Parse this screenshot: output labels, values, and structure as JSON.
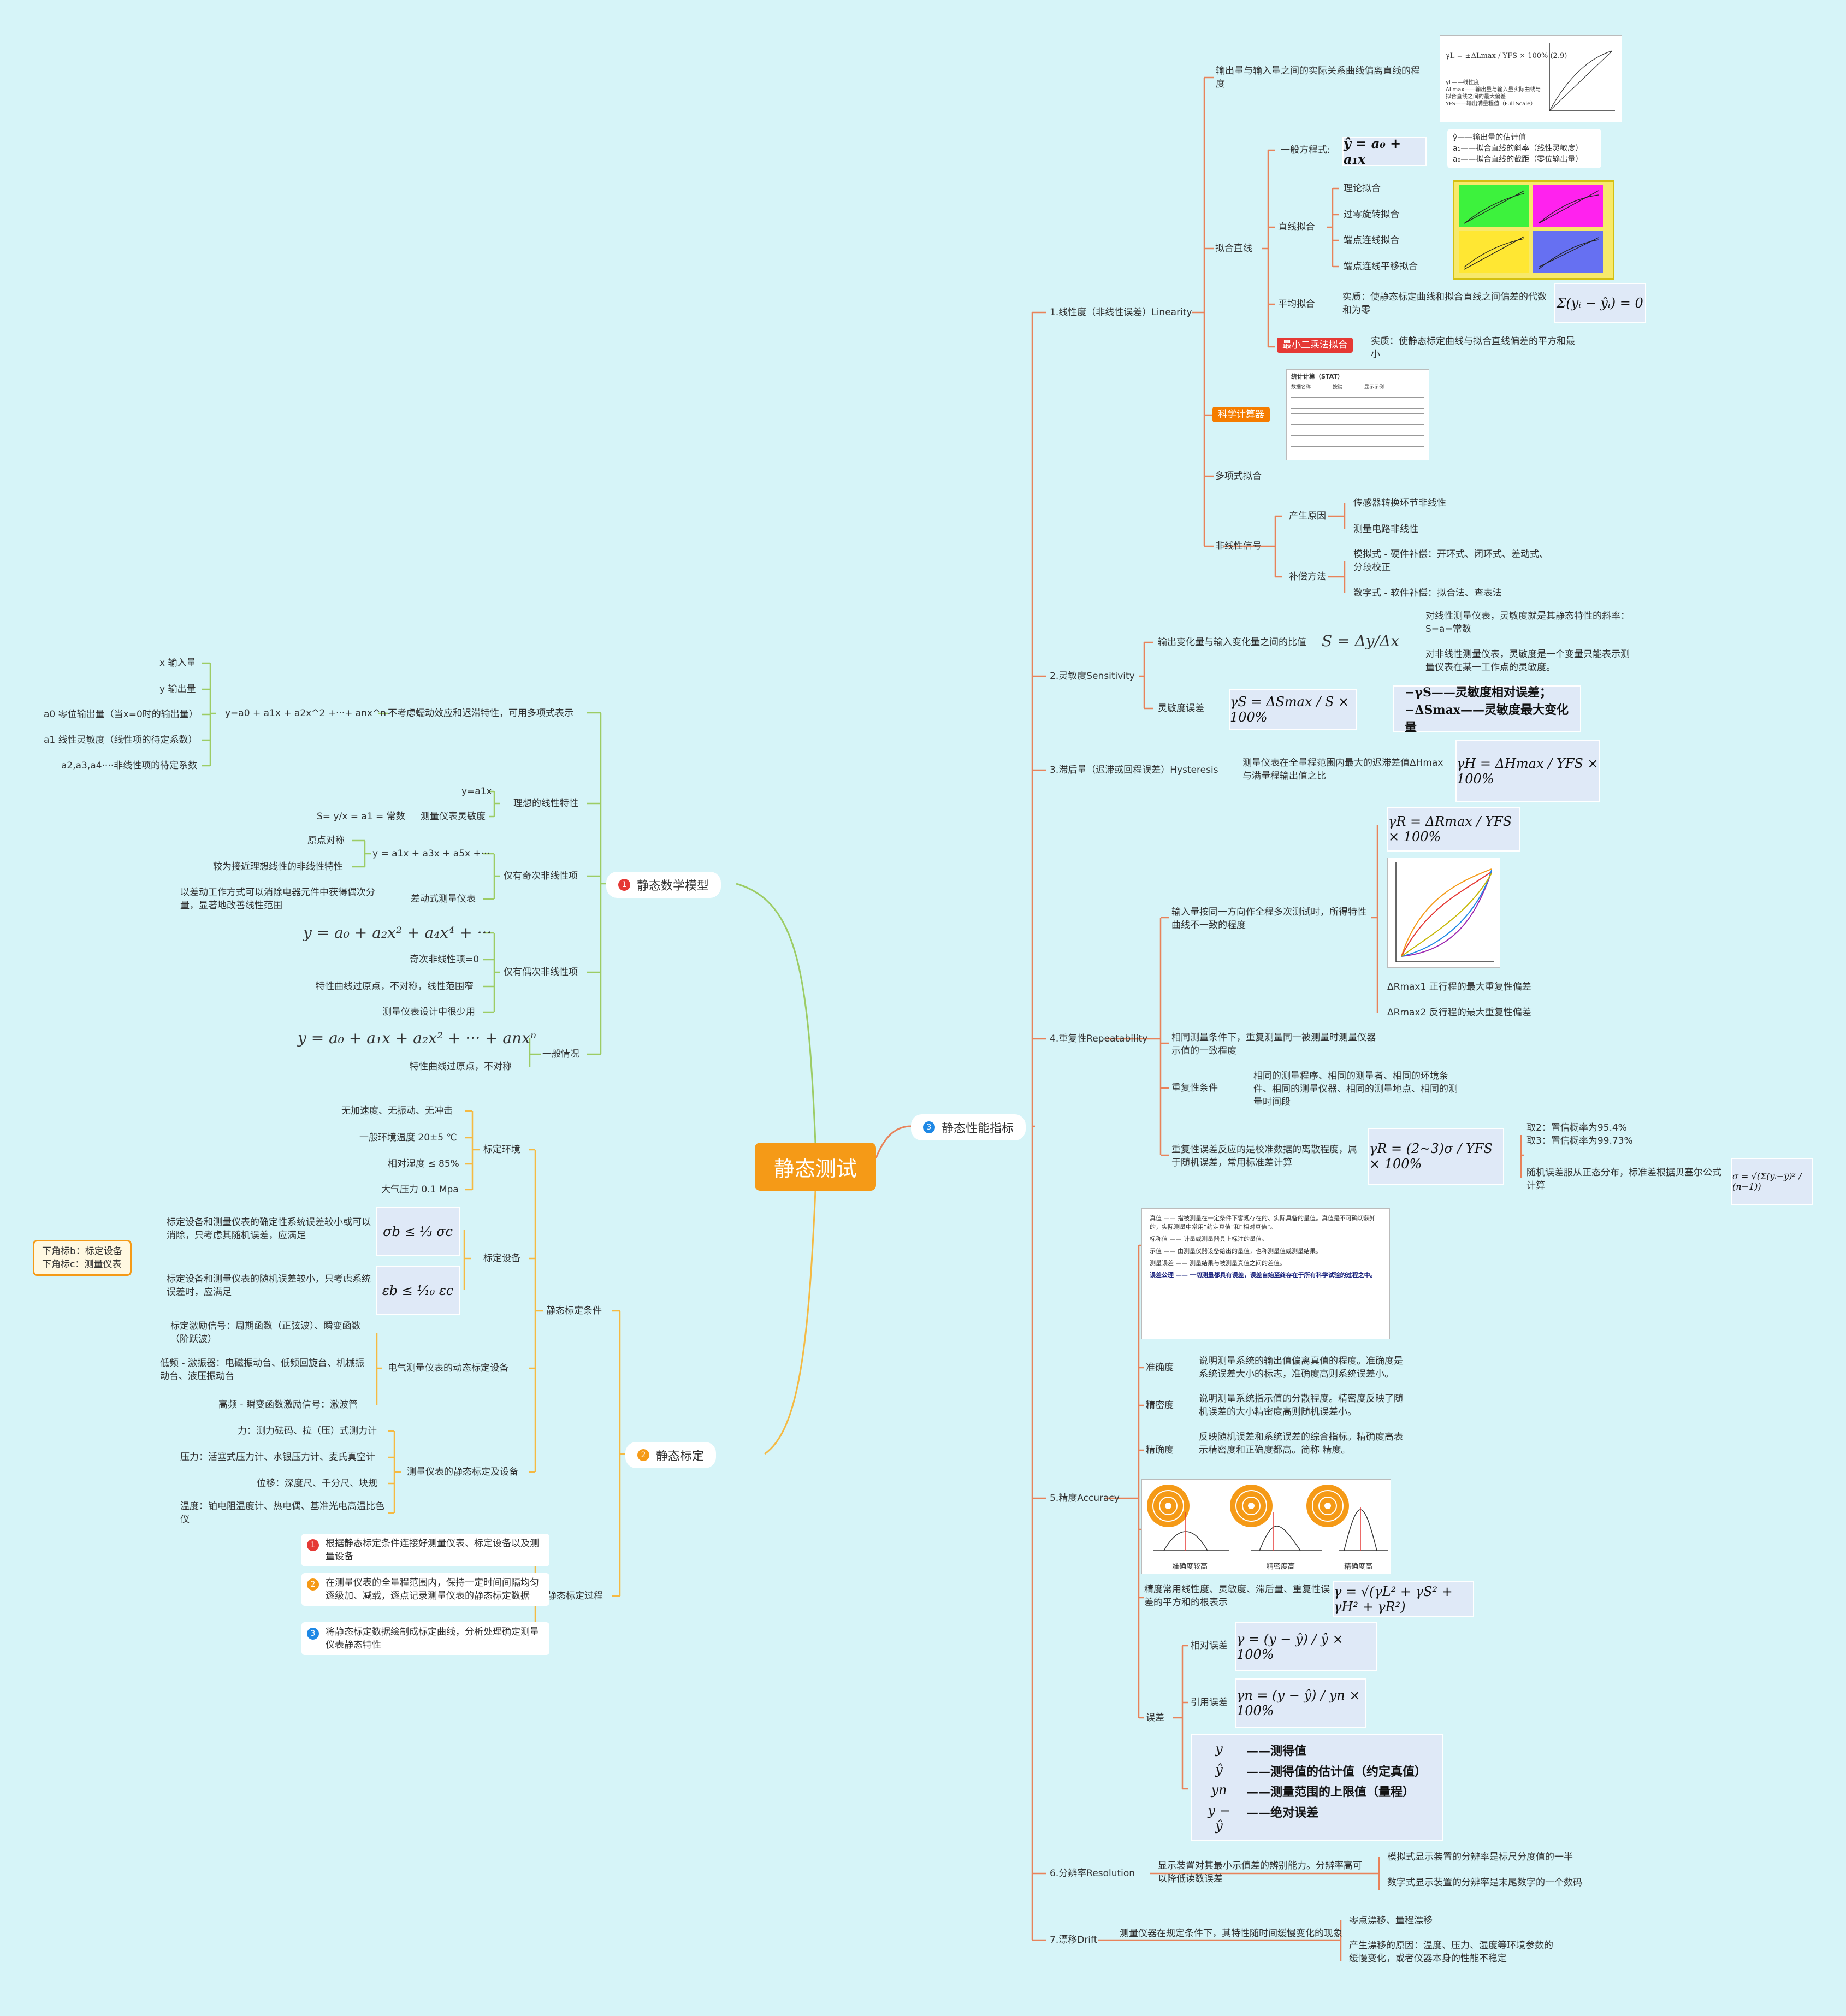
{
  "root": "静态测试",
  "branches": [
    {
      "num": "1",
      "label": "静态数学模型",
      "color": "#e53935"
    },
    {
      "num": "2",
      "label": "静态标定",
      "color": "#f59a17"
    },
    {
      "num": "3",
      "label": "静态性能指标",
      "color": "#1e88e5"
    }
  ],
  "model": {
    "a1": "不考虑蠕动效应和迟滞特性，可用多项式表示",
    "a1_eq": "y=a0 + a1x + a2x^2 +···+ anx^n",
    "a1_vars": [
      "x 输入量",
      "y 输出量",
      "a0 零位输出量（当x=0时的输出量）",
      "a1 线性灵敏度（线性项的待定系数）",
      "a2,a3,a4····非线性项的待定系数"
    ],
    "a2": "理想的线性特性",
    "a2_items": [
      "y=a1x",
      "测量仪表灵敏度"
    ],
    "a2_sens": "S= y/x = a1 = 常数",
    "a3": "仅有奇次非线性项",
    "a3_eq": "y = a1x + a3x + a5x +···",
    "a3_eq_items": [
      "原点对称",
      "较为接近理想线性的非线性特性"
    ],
    "a3_diff": "差动式测量仪表",
    "a3_diff_note": "以差动工作方式可以消除电器元件中获得偶次分量，显著地改善线性范围",
    "a4": "仅有偶次非线性项",
    "a4_eq": "y = a₀ + a₂x² + a₄x⁴ + ···",
    "a4_items": [
      "奇次非线性项=0",
      "特性曲线过原点，不对称，线性范围窄",
      "测量仪表设计中很少用"
    ],
    "a5": "一般情况",
    "a5_eq": "y = a₀ + a₁x + a₂x² + ··· + anxⁿ",
    "a5_item": "特性曲线过原点，不对称"
  },
  "calib": {
    "cond": "静态标定条件",
    "env": "标定环境",
    "env_items": [
      "无加速度、无振动、无冲击",
      "一般环境温度 20±5 ℃",
      "相对湿度 ≤ 85%",
      "大气压力 0.1 Mpa"
    ],
    "dev": "标定设备",
    "dev_items": [
      "标定设备和测量仪表的确定性系统误差较小或可以消除，只考虑其随机误差，应满足",
      "标定设备和测量仪表的随机误差较小，只考虑系统误差时，应满足"
    ],
    "dev_f1": "σb ≤ ⅓ σc",
    "dev_f2": "εb ≤ ⅒ εc",
    "legend": [
      "下角标b：标定设备",
      "下角标c：测量仪表"
    ],
    "dyn": "电气测量仪表的动态标定设备",
    "dyn_items": [
      "标定激励信号：周期函数（正弦波）、瞬变函数（阶跃波）",
      "低频 - 激振器：电磁振动台、低频回旋台、机械振动台、液压振动台",
      "高频 - 瞬变函数激励信号：激波管"
    ],
    "stat": "测量仪表的静态标定及设备",
    "stat_items": [
      "力：测力砝码、拉（压）式测力计",
      "压力：活塞式压力计、水银压力计、麦氏真空计",
      "位移：深度尺、千分尺、块规",
      "温度：铂电阻温度计、热电偶、基准光电高温比色仪"
    ],
    "proc": "静态标定过程",
    "proc_steps": [
      "根据静态标定条件连接好测量仪表、标定设备以及测量设备",
      "在测量仪表的全量程范围内，保持一定时间间隔均匀逐级加、减载，逐点记录测量仪表的静态标定数据",
      "将静态标定数据绘制成标定曲线，分析处理确定测量仪表静态特性"
    ]
  },
  "perf": {
    "lin": "1.线性度（非线性误差）Linearity",
    "lin_def": "输出量与输入量之间的实际关系曲线偏离直线的程度",
    "lin_img": [
      "γL = ±ΔLmax / YFS × 100%   (2.9)",
      "γL——线性度",
      "ΔLmax——输出量与输入量实际曲线与拟合直线之间的最大偏差",
      "YFS——输出满量程值（Full Scale）"
    ],
    "fit": "拟合直线",
    "fit_general": "一般方程式:",
    "fit_general_eq": "ŷ = a₀ + a₁x",
    "fit_general_vars": [
      "ŷ——输出量的估计值",
      "a₁——拟合直线的斜率（线性灵敏度）",
      "a₀——拟合直线的截距（零位输出量）"
    ],
    "fit_line": "直线拟合",
    "fit_line_items": [
      "理论拟合",
      "过零旋转拟合",
      "端点连线拟合",
      "端点连线平移拟合"
    ],
    "fit_avg": "平均拟合",
    "fit_avg_note": "实质：使静态标定曲线和拟合直线之间偏差的代数和为零",
    "fit_avg_eq": "Σ(yᵢ − ŷᵢ) = 0",
    "fit_ls": "最小二乘法拟合",
    "fit_ls_note": "实质：使静态标定曲线与拟合直线偏差的平方和最小",
    "calc": "科学计算器",
    "calc_img": [
      "统计计算（STAT）",
      "数据名称",
      "按键",
      "显示示例"
    ],
    "poly": "多项式拟合",
    "nonlin": "非线性信号",
    "cause": "产生原因",
    "cause_items": [
      "传感器转换环节非线性",
      "测量电路非线性"
    ],
    "comp": "补偿方法",
    "comp_items": [
      "模拟式 - 硬件补偿：开环式、闭环式、差动式、分段校正",
      "数字式 - 软件补偿：拟合法、查表法"
    ],
    "sens": "2.灵敏度Sensitivity",
    "sens_def": "输出变化量与输入变化量之间的比值",
    "sens_eq": "S = Δy/Δx",
    "sens_notes": [
      "对线性测量仪表，灵敏度就是其静态特性的斜率：S=a=常数",
      "对非线性测量仪表，灵敏度是一个变量只能表示测量仪表在某一工作点的灵敏度。"
    ],
    "sens_err": "灵敏度误差",
    "sens_err_eq": "γS = ΔSmax / S × 100%",
    "sens_err_vars": [
      "−γS——灵敏度相对误差；",
      "−ΔSmax——灵敏度最大变化量"
    ],
    "hys": "3.滞后量（迟滞或回程误差）Hysteresis",
    "hys_def": "测量仪表在全量程范围内最大的迟滞差值ΔHmax与满量程输出值之比",
    "hys_eq": "γH = ΔHmax / YFS × 100%",
    "rep": "4.重复性Repeatability",
    "rep_def": "输入量按同一方向作全程多次测试时，所得特性曲线不一致的程度",
    "rep_eq": "γR = ΔRmax / YFS × 100%",
    "rep_notes": [
      "ΔRmax1 正行程的最大重复性偏差",
      "ΔRmax2 反行程的最大重复性偏差"
    ],
    "rep_same": "相同测量条件下，重复测量同一被测量时测量仪器示值的一致程度",
    "rep_cond": "重复性条件",
    "rep_cond_note": "相同的测量程序、相同的测量者、相同的环境条件、相同的测量仪器、相同的测量地点、相同的测量时间段",
    "rep_err": "重复性误差反应的是校准数据的离散程度，属于随机误差，常用标准差计算",
    "rep_err_eq": "γR = (2~3)σ / YFS × 100%",
    "rep_err_notes": [
      "取2：置信概率为95.4%",
      "取3：置信概率为99.73%"
    ],
    "rep_err_dist": "随机误差服从正态分布，标准差根据贝塞尔公式计算",
    "rep_err_dist_eq": "σ = √(Σ(yᵢ−ȳ)² / (n−1))",
    "acc": "5.精度Accuracy",
    "acc_terms": [
      "真值 —— 指被测量在一定条件下客观存在的、实际具备的量值。真值是不可确切获知的，实际测量中常用“约定真值”和“相对真值”。",
      "标称值 —— 计量或测量器具上标注的量值。",
      "示值 —— 由测量仪器设备给出的量值，也称测量值或测量结果。",
      "测量误差 —— 测量结果与被测量真值之间的差值。",
      "误差公理 —— 一切测量都具有误差，误差自始至终存在于所有科学试验的过程之中。"
    ],
    "acc_a": "准确度",
    "acc_a_note": "说明测量系统的输出值偏离真值的程度。准确度是系统误差大小的标志，准确度高则系统误差小。",
    "acc_p": "精密度",
    "acc_p_note": "说明测量系统指示值的分散程度。精密度反映了随机误差的大小精密度高则随机误差小。",
    "acc_q": "精确度",
    "acc_q_note": "反映随机误差和系统误差的综合指标。精确度高表示精密度和正确度都高。简称 精度。",
    "acc_targets": [
      "准确度较高",
      "精密度高",
      "精确度高"
    ],
    "acc_sum": "精度常用线性度、灵敏度、滞后量、重复性误差的平方和的根表示",
    "acc_sum_eq": "γ = √(γL² + γS² + γH² + γR²)",
    "err": "误差",
    "err_rel": "相对误差",
    "err_rel_eq": "γ = (y − ŷ) / ŷ × 100%",
    "err_ref": "引用误差",
    "err_ref_eq": "γn = (y − ŷ) / yn × 100%",
    "err_vars": [
      [
        "y",
        "——测得值"
      ],
      [
        "ŷ",
        "——测得值的估计值（约定真值）"
      ],
      [
        "yn",
        "——测量范围的上限值（量程）"
      ],
      [
        "y − ŷ",
        "——绝对误差"
      ]
    ],
    "res": "6.分辨率Resolution",
    "res_def": "显示装置对其最小示值差的辨别能力。分辨率高可以降低读数误差",
    "res_notes": [
      "模拟式显示装置的分辨率是标尺分度值的一半",
      "数字式显示装置的分辨率是末尾数字的一个数码"
    ],
    "drift": "7.漂移Drift",
    "drift_def": "测量仪器在规定条件下，其特性随时间缓慢变化的现象",
    "drift_notes": [
      "零点漂移、量程漂移",
      "产生漂移的原因：温度、压力、湿度等环境参数的缓慢变化，或者仪器本身的性能不稳定"
    ]
  }
}
